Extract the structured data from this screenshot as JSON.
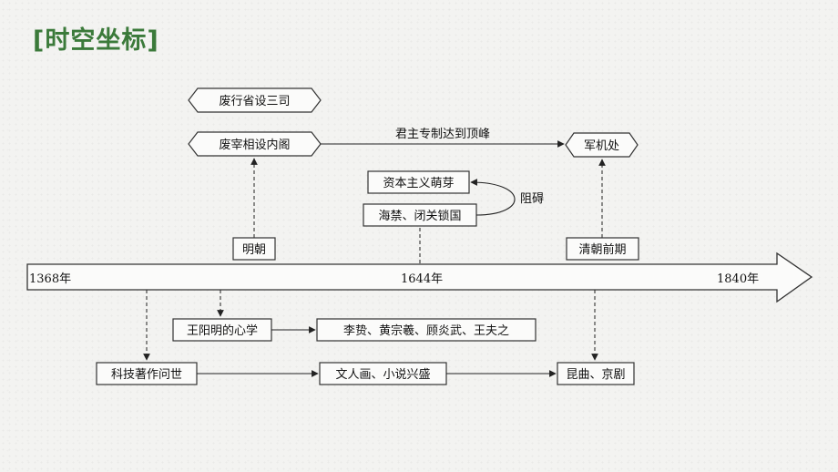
{
  "heading": "[时空坐标]",
  "timeline": {
    "start": "1368年",
    "middle": "1644年",
    "end": "1840年"
  },
  "nodes": {
    "abolish_province": "废行省设三司",
    "abolish_chancellor": "废宰相设内阁",
    "grand_council": "军机处",
    "capitalism": "资本主义萌芽",
    "sea_ban": "海禁、闭关锁国",
    "ming": "明朝",
    "early_qing": "清朝前期",
    "wang_yangming": "王阳明的心学",
    "thinkers": "李贽、黄宗羲、顾炎武、王夫之",
    "sci_tech": "科技著作问世",
    "painting_novel": "文人画、小说兴盛",
    "opera": "昆曲、京剧"
  },
  "labels": {
    "autocracy_peak": "君主专制达到顶峰",
    "hinder": "阻碍"
  }
}
